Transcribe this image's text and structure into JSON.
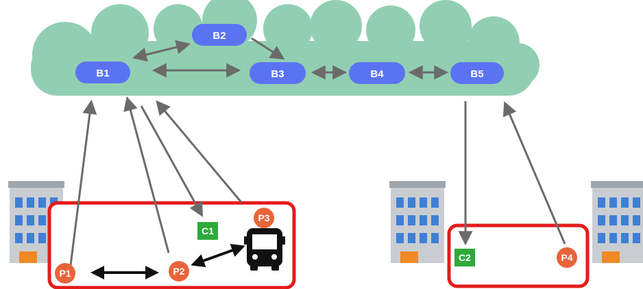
{
  "colors": {
    "cloud": "#92cfb2",
    "broker": "#5b73f2",
    "peer": "#e8643a",
    "client": "#2eaa3c",
    "region_border": "#e41b1b",
    "arrow_gray": "#6b6b6b",
    "arrow_black": "#111111",
    "building_wall": "#c9cdd2",
    "building_roof": "#9ea6ae",
    "window": "#3f7fd6",
    "door": "#f08a24"
  },
  "brokers": [
    {
      "id": "B1",
      "label": "B1"
    },
    {
      "id": "B2",
      "label": "B2"
    },
    {
      "id": "B3",
      "label": "B3"
    },
    {
      "id": "B4",
      "label": "B4"
    },
    {
      "id": "B5",
      "label": "B5"
    }
  ],
  "peers": [
    {
      "id": "P1",
      "label": "P1"
    },
    {
      "id": "P2",
      "label": "P2"
    },
    {
      "id": "P3",
      "label": "P3"
    },
    {
      "id": "P4",
      "label": "P4"
    }
  ],
  "clients": [
    {
      "id": "C1",
      "label": "C1"
    },
    {
      "id": "C2",
      "label": "C2"
    }
  ],
  "icons": {
    "cloud": "cloud-icon",
    "building": "building-icon",
    "bus": "bus-icon"
  }
}
